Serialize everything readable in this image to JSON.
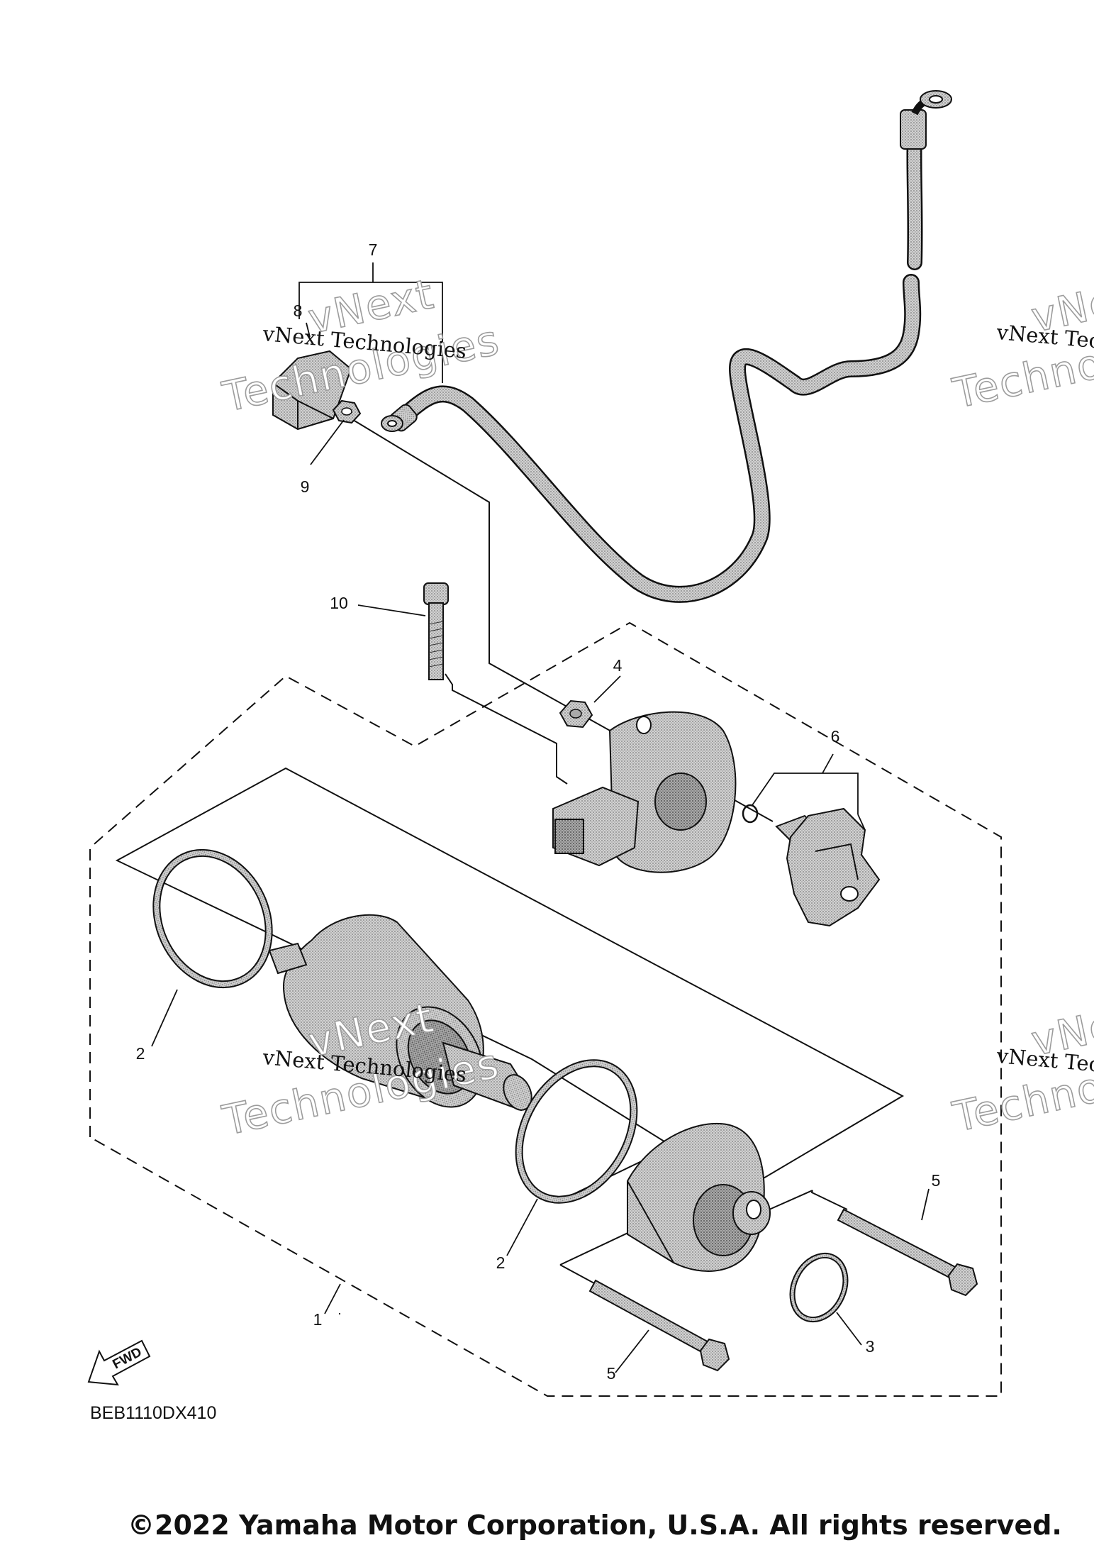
{
  "diagram_code": "BEB1110DX410",
  "copyright": "©2022 Yamaha Motor Corporation, U.S.A. All rights reserved.",
  "fwd_label": "FWD",
  "watermark": {
    "line1": "vNext",
    "line2": "Technologies",
    "line3": "vNext Technologies"
  },
  "callouts": {
    "c1": "1",
    "c2a": "2",
    "c2b": "2",
    "c3": "3",
    "c4": "4",
    "c5a": "5",
    "c5b": "5",
    "c6": "6",
    "c7": "7",
    "c8": "8",
    "c9": "9",
    "c10": "10"
  },
  "colors": {
    "line": "#111111",
    "part_fill": "#c9c9c9",
    "part_shade": "#9a9a9a",
    "watermark_outline": "#9c9c9c"
  }
}
